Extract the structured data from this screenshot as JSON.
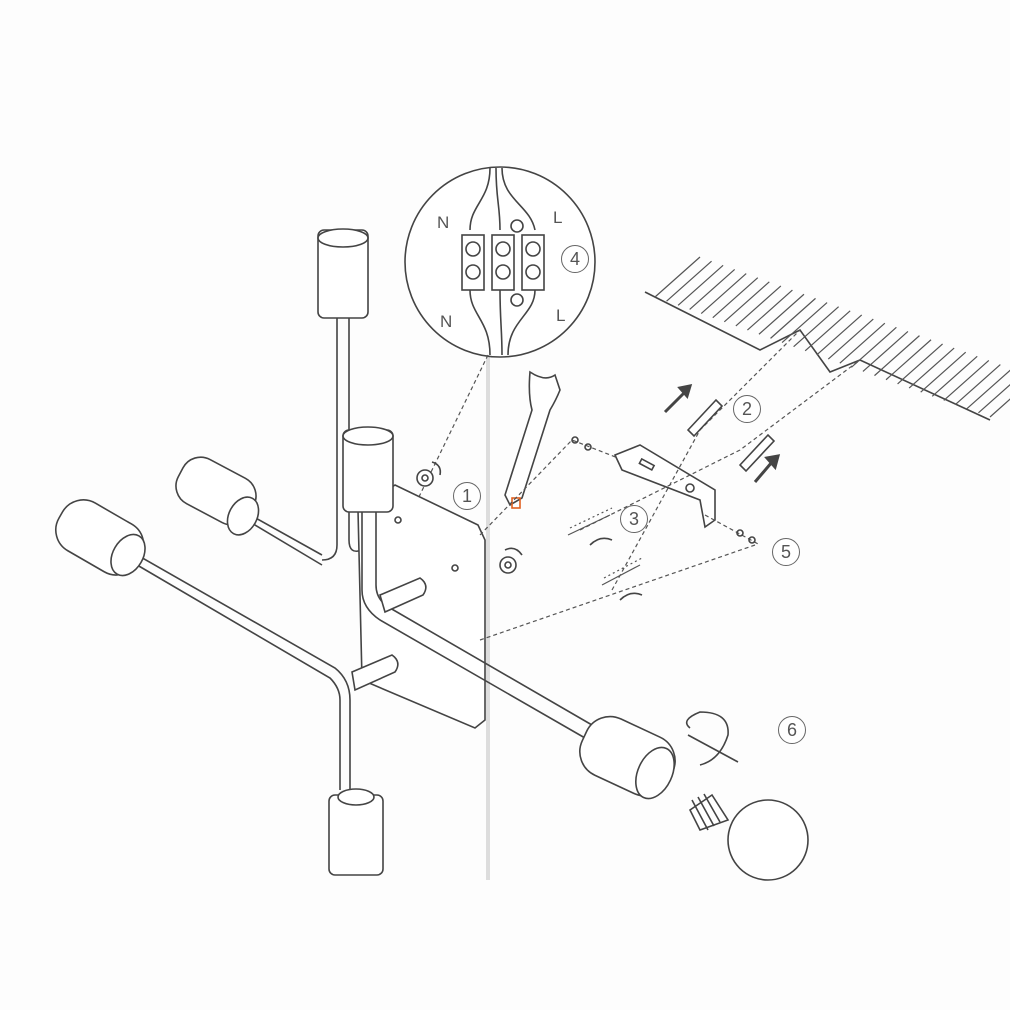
{
  "wiring_inset": {
    "labels": [
      "N",
      "L",
      "N",
      "L"
    ]
  },
  "steps": [
    "1",
    "2",
    "3",
    "4",
    "5",
    "6"
  ],
  "colors": {
    "line": "#444444",
    "background": "#fdfdfd",
    "clip_highlight": "#e06020"
  }
}
